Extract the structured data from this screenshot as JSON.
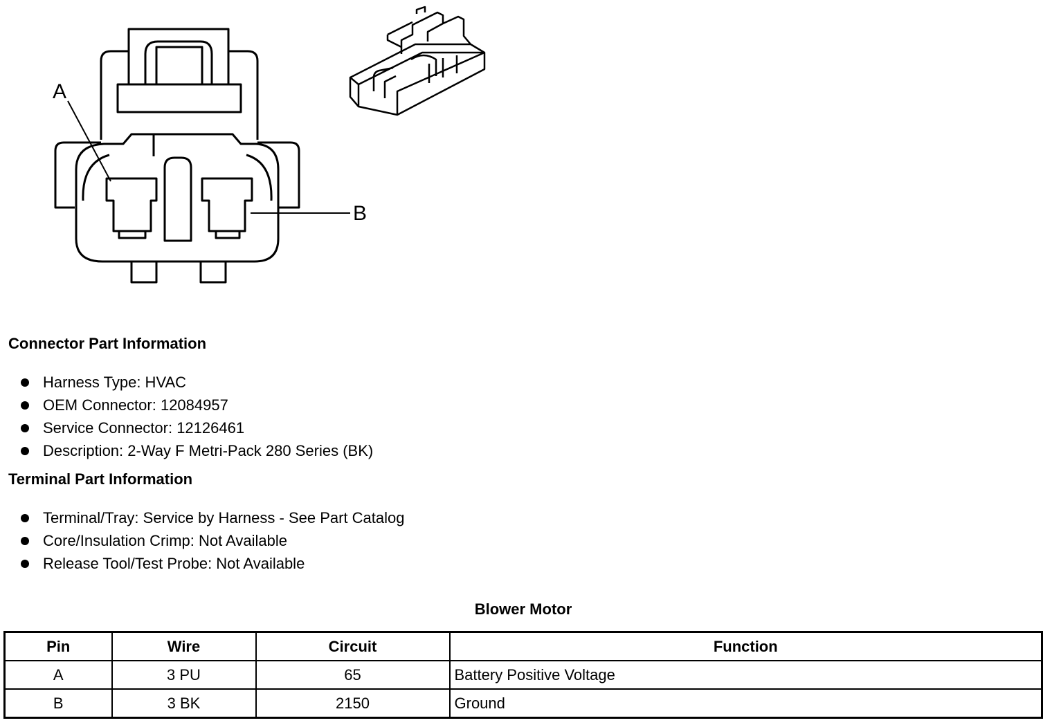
{
  "diagram": {
    "pin_label_a": "A",
    "pin_label_b": "B"
  },
  "connector_section": {
    "title": "Connector Part Information",
    "items": [
      "Harness Type: HVAC",
      "OEM Connector: 12084957",
      "Service Connector: 12126461",
      "Description: 2-Way F Metri-Pack 280 Series (BK)"
    ]
  },
  "terminal_section": {
    "title": "Terminal Part Information",
    "items": [
      "Terminal/Tray: Service by Harness - See Part Catalog",
      "Core/Insulation Crimp: Not Available",
      "Release Tool/Test Probe: Not Available"
    ]
  },
  "table": {
    "title": "Blower Motor",
    "headers": [
      "Pin",
      "Wire",
      "Circuit",
      "Function"
    ],
    "rows": [
      [
        "A",
        "3 PU",
        "65",
        "Battery Positive Voltage"
      ],
      [
        "B",
        "3 BK",
        "2150",
        "Ground"
      ]
    ]
  }
}
